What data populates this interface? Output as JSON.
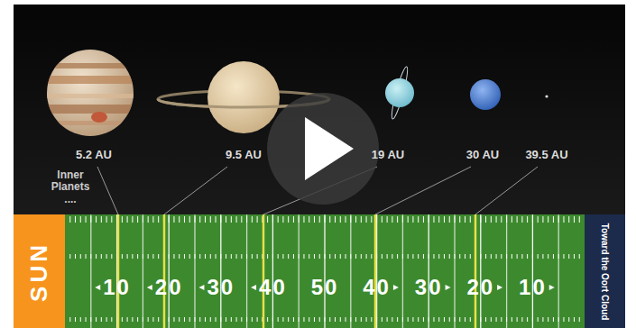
{
  "diagram": {
    "nodes": [
      {
        "text": [
          "SUN"
        ]
      },
      {
        "text": [
          "Toward the Oort Cloud"
        ]
      }
    ],
    "labels": [
      "5.2 AU",
      "9.5 AU",
      "19 AU",
      "30 AU",
      "39.5 AU",
      "Inner Planets",
      "....",
      "10",
      "20",
      "30",
      "40",
      "50",
      "40",
      "30",
      "20",
      "10"
    ]
  }
}
